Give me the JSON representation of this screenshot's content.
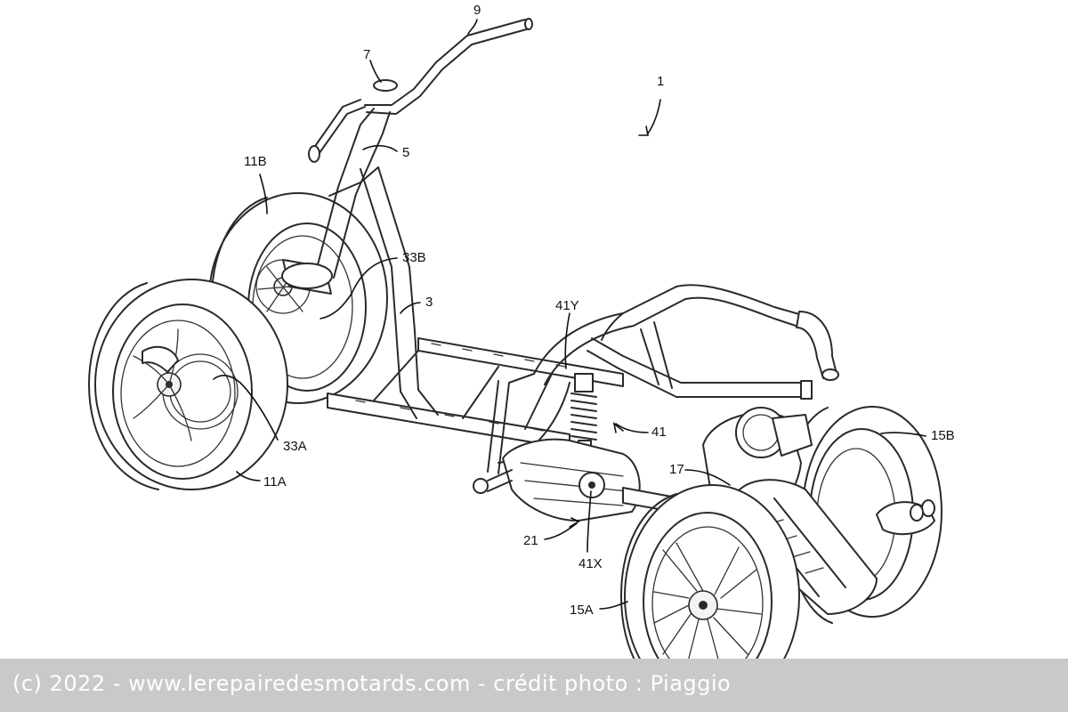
{
  "labels": {
    "l1": "1",
    "l3": "3",
    "l5": "5",
    "l7": "7",
    "l9": "9",
    "l11a": "11A",
    "l11b": "11B",
    "l15a": "15A",
    "l15b": "15B",
    "l17": "17",
    "l21": "21",
    "l33a": "33A",
    "l33b": "33B",
    "l41": "41",
    "l41x": "41X",
    "l41y": "41Y"
  },
  "credit": "(c) 2022 - www.lerepairedesmotards.com - crédit photo : Piaggio"
}
